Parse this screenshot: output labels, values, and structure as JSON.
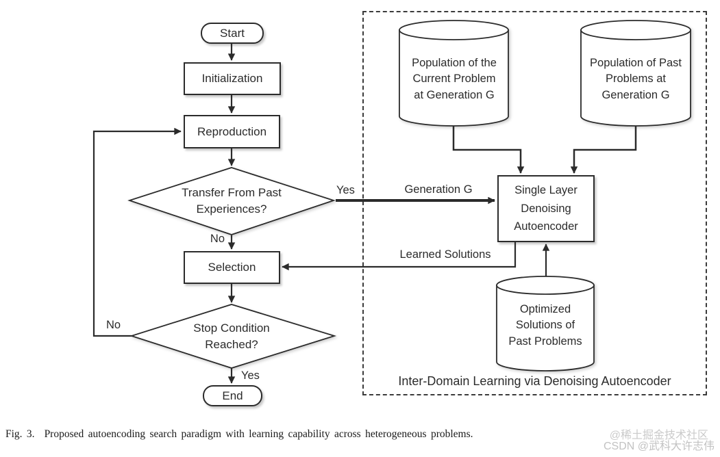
{
  "colors": {
    "line": "#2b2b2b",
    "background": "#ffffff",
    "dashed_border": "#3a3a3a",
    "watermark": "#c6c6c6"
  },
  "flowchart": {
    "start": "Start",
    "initialization": "Initialization",
    "reproduction": "Reproduction",
    "transfer_decision": "Transfer From Past\nExperiences?",
    "selection": "Selection",
    "stop_decision": "Stop Condition\nReached?",
    "end": "End"
  },
  "edge_labels": {
    "transfer_yes": "Yes",
    "transfer_no": "No",
    "stop_no": "No",
    "stop_yes": "Yes",
    "generation": "Generation G",
    "learned_solutions": "Learned Solutions"
  },
  "inter_domain": {
    "box_label": "Inter-Domain Learning via Denoising Autoencoder",
    "current_population": "Population of the\nCurrent Problem\nat Generation G",
    "past_population": "Population of Past\nProblems at\nGeneration G",
    "optimized_solutions": "Optimized\nSolutions of\nPast Problems",
    "autoencoder": "Single Layer\nDenoising\nAutoencoder"
  },
  "caption": {
    "label": "Fig. 3.",
    "text": "Proposed autoencoding search paradigm with learning capability across heterogeneous problems."
  },
  "watermark": {
    "line1": "@稀土掘金技术社区",
    "line2": "CSDN @武科大许志伟"
  }
}
